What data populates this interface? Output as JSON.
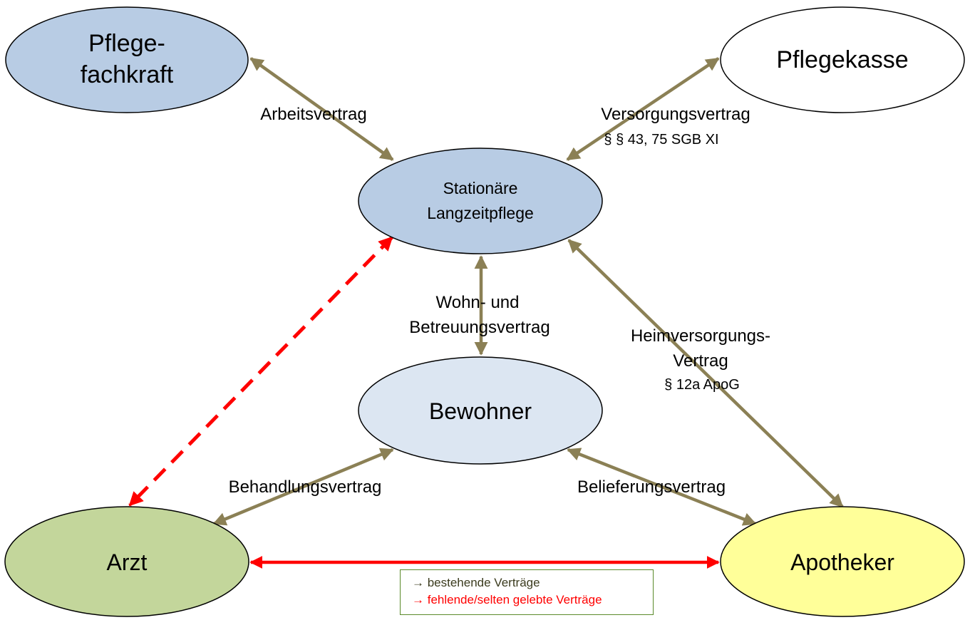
{
  "colors": {
    "existing_arrow": "#8b8055",
    "missing_arrow": "#ff0000",
    "node_stroke": "#000000",
    "pflegefachkraft_fill": "#b8cce4",
    "pflegekasse_fill": "#ffffff",
    "stationaer_fill": "#b8cce4",
    "bewohner_fill": "#dce6f2",
    "arzt_fill": "#c3d69b",
    "apotheker_fill": "#ffff99",
    "legend_border": "#5a8a2a",
    "legend_existing_text": "#3b3b1e",
    "legend_missing_text": "#ff0000"
  },
  "nodes": {
    "pflegefachkraft": {
      "line1": "Pflege-",
      "line2": "fachkraft"
    },
    "pflegekasse": {
      "label": "Pflegekasse"
    },
    "stationaer": {
      "line1": "Stationäre",
      "line2": "Langzeitpflege"
    },
    "bewohner": {
      "label": "Bewohner"
    },
    "arzt": {
      "label": "Arzt"
    },
    "apotheker": {
      "label": "Apotheker"
    }
  },
  "edges": {
    "arbeitsvertrag": {
      "label": "Arbeitsvertrag"
    },
    "versorgungsvertrag": {
      "label": "Versorgungsvertrag",
      "sub": "§  § 43, 75 SGB XI"
    },
    "wohnvertrag": {
      "line1": "Wohn- und",
      "line2": "Betreuungsvertrag"
    },
    "heimversorgung": {
      "line1": "Heimversorgungs-",
      "line2": "Vertrag",
      "sub": "§ 12a ApoG"
    },
    "behandlungsvertrag": {
      "label": "Behandlungsvertrag"
    },
    "belieferungsvertrag": {
      "label": "Belieferungsvertrag"
    }
  },
  "legend": {
    "existing": "→ bestehende Verträge",
    "missing": "→ fehlende/selten gelebte Verträge"
  }
}
